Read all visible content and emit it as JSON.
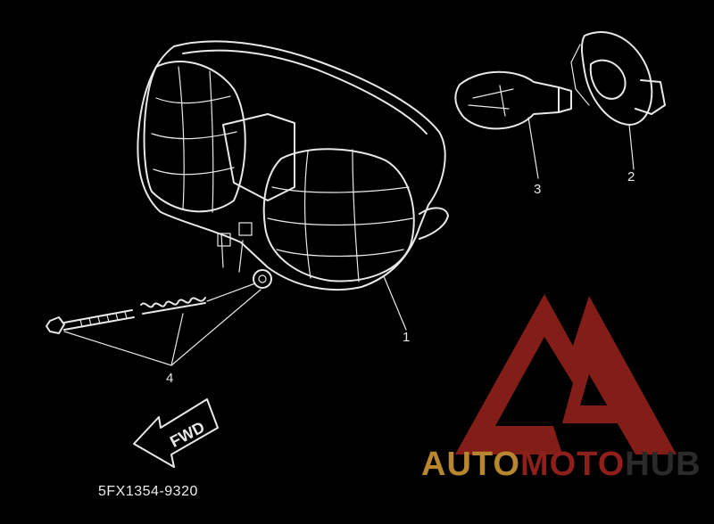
{
  "diagram": {
    "callouts": [
      {
        "id": "1",
        "label": "1"
      },
      {
        "id": "2",
        "label": "2"
      },
      {
        "id": "3",
        "label": "3"
      },
      {
        "id": "4",
        "label": "4"
      }
    ],
    "fwd_label": "FWD",
    "part_code": "5FX1354-9320"
  },
  "watermark": {
    "brand_parts": [
      {
        "text": "AUTO",
        "color": "#b8862e"
      },
      {
        "text": "MOTO",
        "color": "#8e1f1a"
      },
      {
        "text": "HUB",
        "color": "#2a2a2a"
      }
    ],
    "logo_color": "#8e1f1a"
  }
}
